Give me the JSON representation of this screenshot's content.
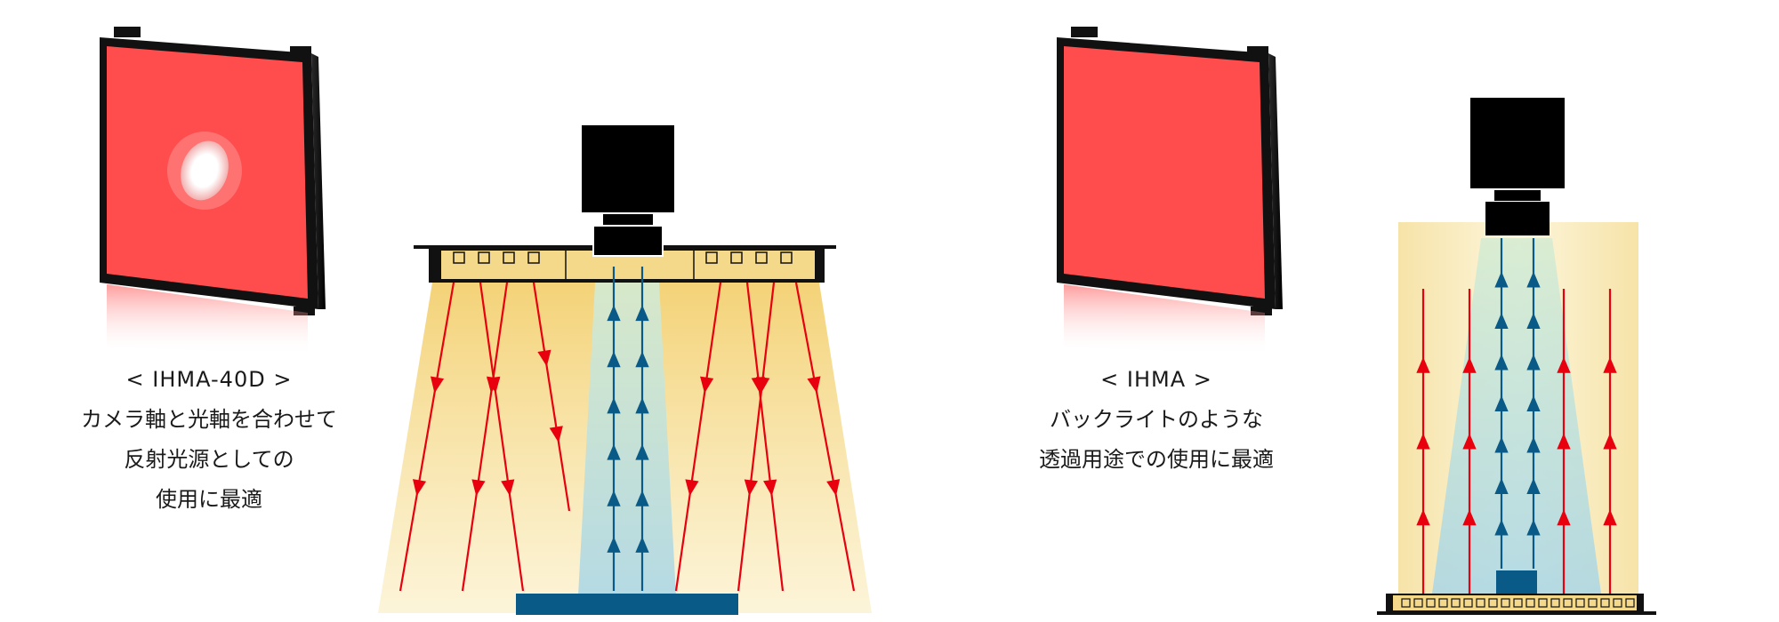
{
  "left_panel": {
    "model": "< IHMA-40D >",
    "description": [
      "カメラ軸と光軸を合わせて",
      "反射光源としての",
      "使用に最適"
    ],
    "rays": {
      "incident_color": "#e8000f",
      "reflected_color": "#0a5a87"
    }
  },
  "right_panel": {
    "model": "< IHMA >",
    "description": [
      "バックライトのような",
      "透過用途での使用に最適"
    ],
    "rays": {
      "light_color": "#e8000f",
      "camera_color": "#0a5a87"
    }
  },
  "colors": {
    "panel_red": "#ff4c4c",
    "frame_black": "#111111",
    "light_cone": "#f5d98a",
    "camera_cone": "#bfe3ea",
    "workpiece": "#0a5a87"
  }
}
